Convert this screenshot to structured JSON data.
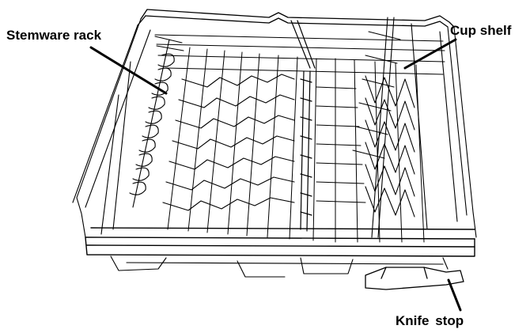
{
  "diagram": {
    "subject": "dishwasher-upper-rack",
    "labels": {
      "stemware": "Stemware rack",
      "cup": "Cup shelf",
      "knife": "Knife stop"
    },
    "colors": {
      "line": "#000000",
      "background": "#ffffff"
    }
  }
}
